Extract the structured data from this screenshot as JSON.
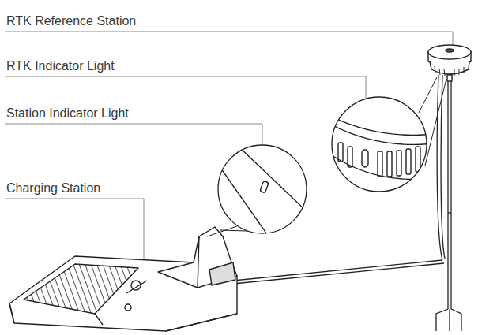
{
  "diagram": {
    "labels": [
      "RTK Reference Station",
      "RTK Indicator Light",
      "Station Indicator Light",
      "Charging Station"
    ]
  }
}
